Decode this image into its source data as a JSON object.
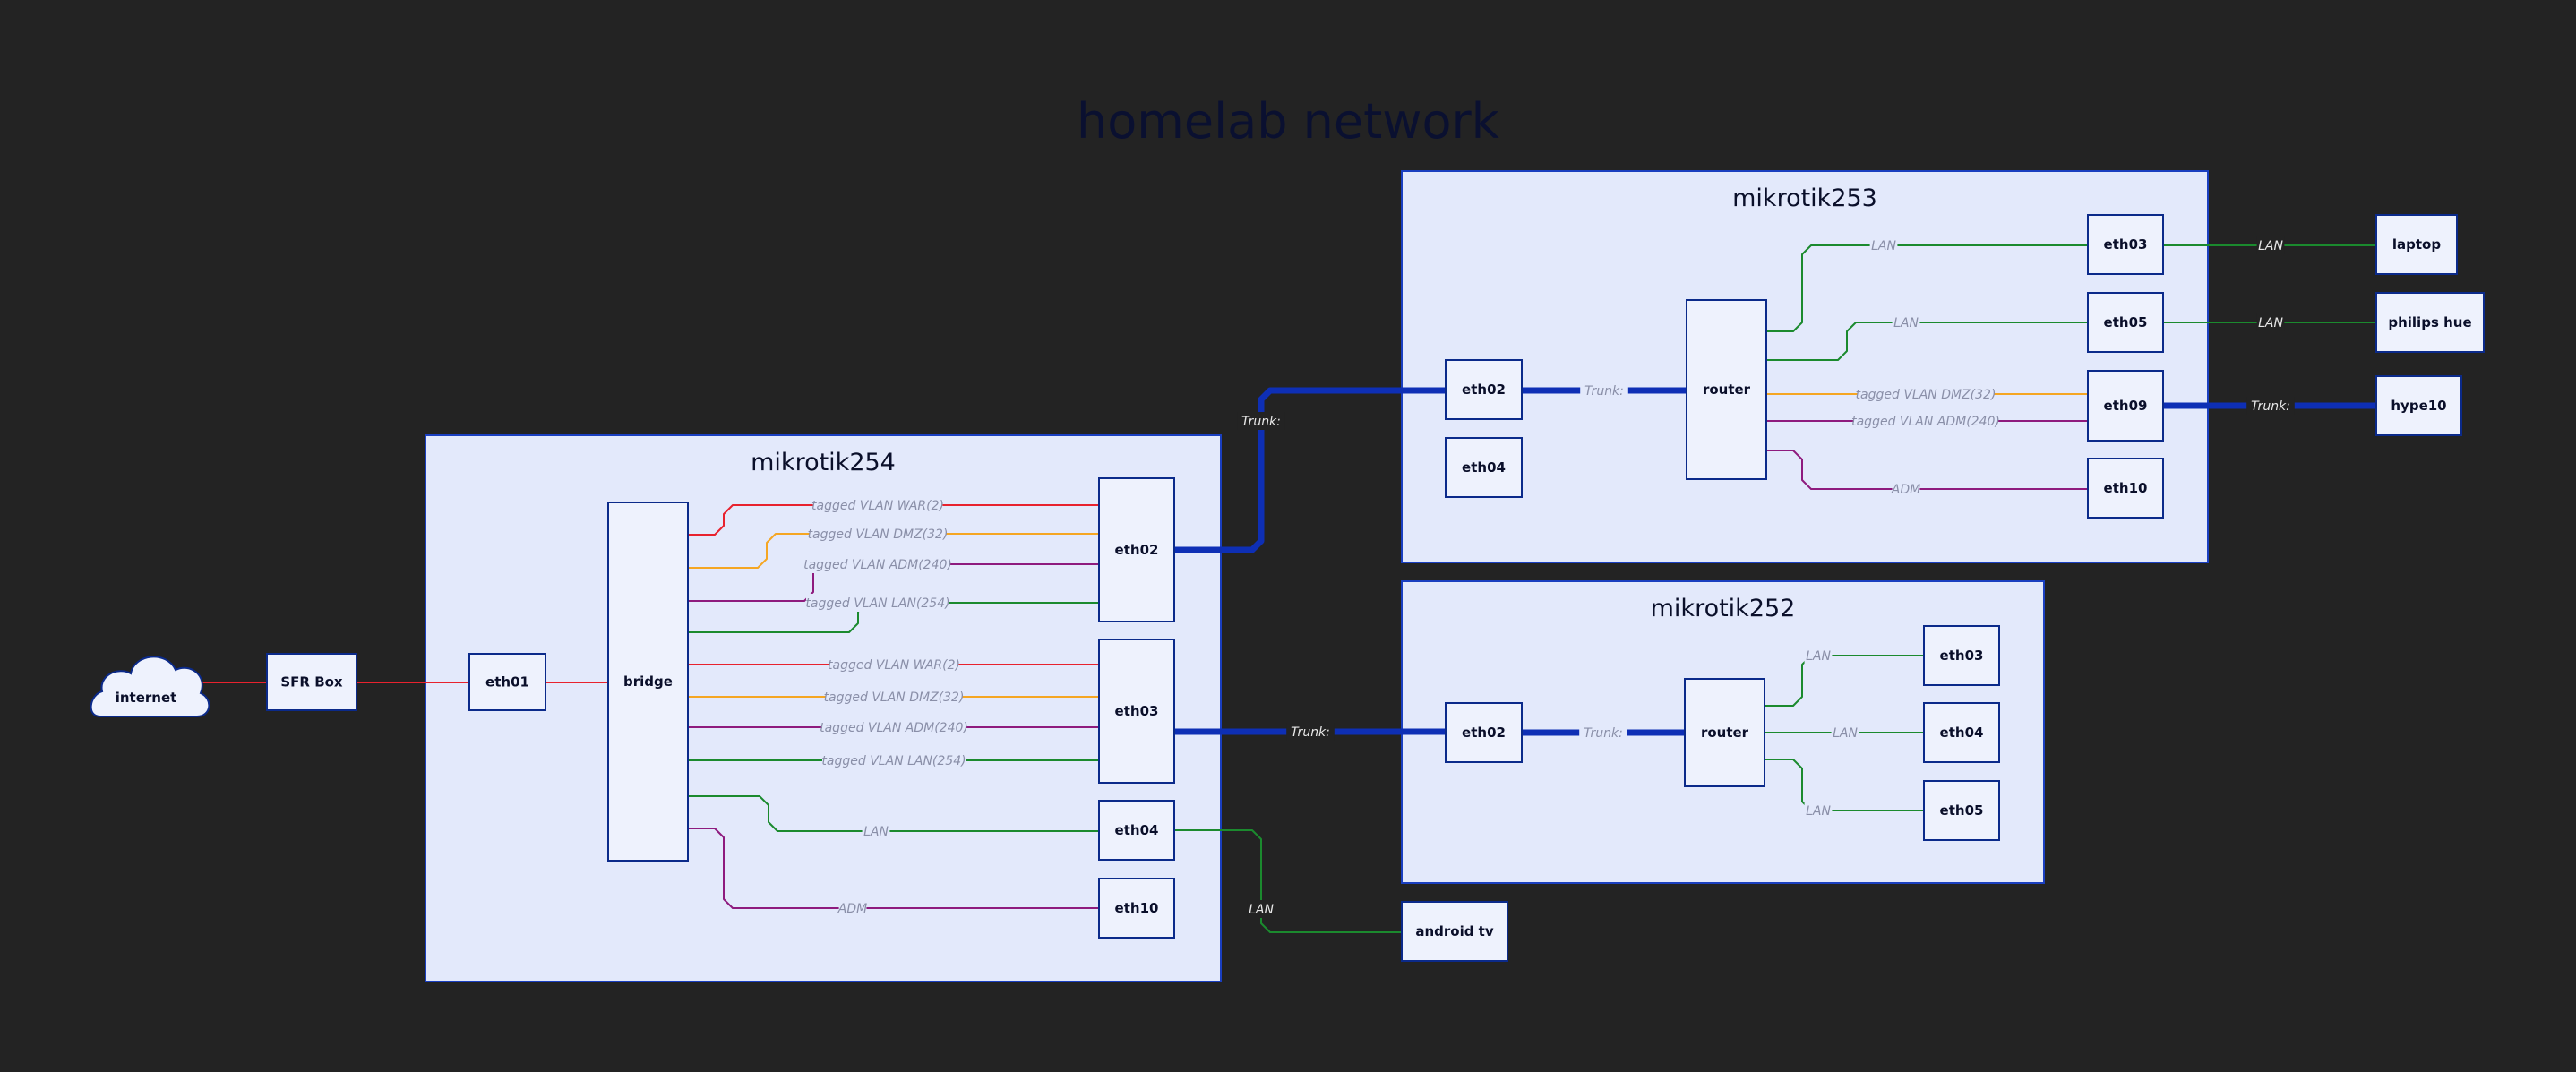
{
  "title": "homelab network",
  "colors": {
    "background": "#232323",
    "group_fill": "#e3e9fb",
    "group_stroke": "#1a3fc0",
    "node_fill": "#eef2fd",
    "node_stroke": "#0b2a8a",
    "war": "#e8222e",
    "dmz": "#f5a623",
    "adm": "#8e1b7e",
    "lan": "#1b8a2e",
    "trunk": "#0e2fb5"
  },
  "groups": [
    {
      "id": "mikrotik254",
      "label": "mikrotik254"
    },
    {
      "id": "mikrotik253",
      "label": "mikrotik253"
    },
    {
      "id": "mikrotik252",
      "label": "mikrotik252"
    }
  ],
  "nodes": [
    {
      "id": "internet",
      "label": "internet",
      "shape": "cloud"
    },
    {
      "id": "sfr",
      "label": "SFR Box"
    },
    {
      "id": "m254-eth01",
      "label": "eth01"
    },
    {
      "id": "m254-bridge",
      "label": "bridge"
    },
    {
      "id": "m254-eth02",
      "label": "eth02"
    },
    {
      "id": "m254-eth03",
      "label": "eth03"
    },
    {
      "id": "m254-eth04",
      "label": "eth04"
    },
    {
      "id": "m254-eth10",
      "label": "eth10"
    },
    {
      "id": "m253-eth02",
      "label": "eth02"
    },
    {
      "id": "m253-eth04",
      "label": "eth04"
    },
    {
      "id": "m253-router",
      "label": "router"
    },
    {
      "id": "m253-eth03",
      "label": "eth03"
    },
    {
      "id": "m253-eth05",
      "label": "eth05"
    },
    {
      "id": "m253-eth09",
      "label": "eth09"
    },
    {
      "id": "m253-eth10",
      "label": "eth10"
    },
    {
      "id": "m252-eth02",
      "label": "eth02"
    },
    {
      "id": "m252-router",
      "label": "router"
    },
    {
      "id": "m252-eth03",
      "label": "eth03"
    },
    {
      "id": "m252-eth04",
      "label": "eth04"
    },
    {
      "id": "m252-eth05",
      "label": "eth05"
    },
    {
      "id": "laptop",
      "label": "laptop"
    },
    {
      "id": "philips",
      "label": "philips hue"
    },
    {
      "id": "hype10",
      "label": "hype10"
    },
    {
      "id": "androidtv",
      "label": "android tv"
    }
  ],
  "edges": [
    {
      "from": "internet",
      "to": "sfr",
      "label": "",
      "style": "war"
    },
    {
      "from": "sfr",
      "to": "m254-eth01",
      "label": "",
      "style": "war"
    },
    {
      "from": "m254-eth01",
      "to": "m254-bridge",
      "label": "",
      "style": "war"
    },
    {
      "from": "m254-bridge",
      "to": "m254-eth02",
      "label": "tagged VLAN WAR(2)",
      "style": "war"
    },
    {
      "from": "m254-bridge",
      "to": "m254-eth02",
      "label": "tagged VLAN DMZ(32)",
      "style": "dmz"
    },
    {
      "from": "m254-bridge",
      "to": "m254-eth02",
      "label": "tagged VLAN ADM(240)",
      "style": "adm"
    },
    {
      "from": "m254-bridge",
      "to": "m254-eth02",
      "label": "tagged VLAN LAN(254)",
      "style": "lan"
    },
    {
      "from": "m254-bridge",
      "to": "m254-eth03",
      "label": "tagged VLAN WAR(2)",
      "style": "war"
    },
    {
      "from": "m254-bridge",
      "to": "m254-eth03",
      "label": "tagged VLAN DMZ(32)",
      "style": "dmz"
    },
    {
      "from": "m254-bridge",
      "to": "m254-eth03",
      "label": "tagged VLAN ADM(240)",
      "style": "adm"
    },
    {
      "from": "m254-bridge",
      "to": "m254-eth03",
      "label": "tagged VLAN LAN(254)",
      "style": "lan"
    },
    {
      "from": "m254-bridge",
      "to": "m254-eth04",
      "label": "LAN",
      "style": "lan"
    },
    {
      "from": "m254-bridge",
      "to": "m254-eth10",
      "label": "ADM",
      "style": "adm"
    },
    {
      "from": "m254-eth02",
      "to": "m253-eth02",
      "label": "Trunk:",
      "style": "trunk"
    },
    {
      "from": "m254-eth03",
      "to": "m252-eth02",
      "label": "Trunk:",
      "style": "trunk"
    },
    {
      "from": "m254-eth04",
      "to": "androidtv",
      "label": "LAN",
      "style": "lan"
    },
    {
      "from": "m253-eth02",
      "to": "m253-router",
      "label": "Trunk:",
      "style": "trunk"
    },
    {
      "from": "m253-router",
      "to": "m253-eth03",
      "label": "LAN",
      "style": "lan"
    },
    {
      "from": "m253-router",
      "to": "m253-eth05",
      "label": "LAN",
      "style": "lan"
    },
    {
      "from": "m253-router",
      "to": "m253-eth09",
      "label": "tagged VLAN DMZ(32)",
      "style": "dmz"
    },
    {
      "from": "m253-router",
      "to": "m253-eth09",
      "label": "tagged VLAN ADM(240)",
      "style": "adm"
    },
    {
      "from": "m253-router",
      "to": "m253-eth10",
      "label": "ADM",
      "style": "adm"
    },
    {
      "from": "m253-eth03",
      "to": "laptop",
      "label": "LAN",
      "style": "lan"
    },
    {
      "from": "m253-eth05",
      "to": "philips",
      "label": "LAN",
      "style": "lan"
    },
    {
      "from": "m253-eth09",
      "to": "hype10",
      "label": "Trunk:",
      "style": "trunk"
    },
    {
      "from": "m252-eth02",
      "to": "m252-router",
      "label": "Trunk:",
      "style": "trunk"
    },
    {
      "from": "m252-router",
      "to": "m252-eth03",
      "label": "LAN",
      "style": "lan"
    },
    {
      "from": "m252-router",
      "to": "m252-eth04",
      "label": "LAN",
      "style": "lan"
    },
    {
      "from": "m252-router",
      "to": "m252-eth05",
      "label": "LAN",
      "style": "lan"
    }
  ]
}
